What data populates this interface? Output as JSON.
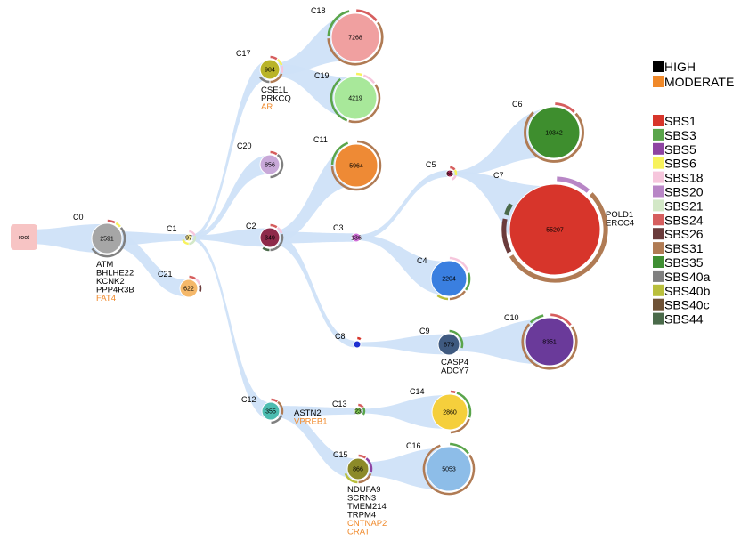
{
  "root": {
    "label": "root",
    "fill": "#f7c4c4"
  },
  "edge_color": "#cfe2f8",
  "impact_colors": {
    "HIGH": "#000000",
    "MODERATE": "#f0892a"
  },
  "impact_legend": [
    {
      "label": "HIGH",
      "color": "#000000"
    },
    {
      "label": "MODERATE",
      "color": "#f0892a"
    }
  ],
  "signature_legend": [
    {
      "label": "SBS1",
      "color": "#d7352b"
    },
    {
      "label": "SBS3",
      "color": "#5aa54b"
    },
    {
      "label": "SBS5",
      "color": "#8e44a2"
    },
    {
      "label": "SBS6",
      "color": "#f7f25c"
    },
    {
      "label": "SBS18",
      "color": "#f6c6dc"
    },
    {
      "label": "SBS20",
      "color": "#b886c6"
    },
    {
      "label": "SBS21",
      "color": "#d3e8c7"
    },
    {
      "label": "SBS24",
      "color": "#d65e5e"
    },
    {
      "label": "SBS26",
      "color": "#6a3b3b"
    },
    {
      "label": "SBS31",
      "color": "#b07b54"
    },
    {
      "label": "SBS35",
      "color": "#3f8f33"
    },
    {
      "label": "SBS40a",
      "color": "#808080"
    },
    {
      "label": "SBS40b",
      "color": "#b9bf3c"
    },
    {
      "label": "SBS40c",
      "color": "#6e5236"
    },
    {
      "label": "SBS44",
      "color": "#4a6a4a"
    }
  ],
  "nodes": [
    {
      "id": "C0",
      "label": "C0",
      "count": "2591",
      "fill": "#a6a6a6",
      "genes": [
        {
          "text": "ATM",
          "impact": "HIGH"
        },
        {
          "text": "BHLHE22",
          "impact": "HIGH"
        },
        {
          "text": "KCNK2",
          "impact": "HIGH"
        },
        {
          "text": "PPP4R3B",
          "impact": "HIGH"
        },
        {
          "text": "FAT4",
          "impact": "MODERATE"
        }
      ],
      "signatures": [
        {
          "sig": "SBS24",
          "frac": 0.08
        },
        {
          "sig": "SBS6",
          "frac": 0.06
        },
        {
          "sig": "SBS40a",
          "frac": 0.52
        }
      ]
    },
    {
      "id": "C1",
      "label": "C1",
      "count": "97",
      "fill": "#f0e08a",
      "genes": [],
      "signatures": [
        {
          "sig": "SBS18",
          "frac": 0.2
        },
        {
          "sig": "SBS21",
          "frac": 0.3
        },
        {
          "sig": "SBS6",
          "frac": 0.2
        }
      ]
    },
    {
      "id": "C2",
      "label": "C2",
      "count": "349",
      "fill": "#8e2a4a",
      "genes": [],
      "signatures": [
        {
          "sig": "SBS24",
          "frac": 0.1
        },
        {
          "sig": "SBS18",
          "frac": 0.1
        },
        {
          "sig": "SBS40a",
          "frac": 0.3
        },
        {
          "sig": "SBS44",
          "frac": 0.1
        }
      ]
    },
    {
      "id": "C3",
      "label": "C3",
      "count": "136",
      "fill": "#d070d8",
      "genes": [],
      "signatures": []
    },
    {
      "id": "C4",
      "label": "C4",
      "count": "2204",
      "fill": "#3a7fe0",
      "genes": [],
      "signatures": [
        {
          "sig": "SBS18",
          "frac": 0.2
        },
        {
          "sig": "SBS3",
          "frac": 0.15
        },
        {
          "sig": "SBS31",
          "frac": 0.15
        },
        {
          "sig": "SBS40b",
          "frac": 0.1
        }
      ]
    },
    {
      "id": "C5",
      "label": "C5",
      "count": "65",
      "fill": "#b02a5a",
      "genes": [],
      "signatures": [
        {
          "sig": "SBS24",
          "frac": 0.15
        },
        {
          "sig": "SBS6",
          "frac": 0.15
        },
        {
          "sig": "SBS18",
          "frac": 0.15
        }
      ]
    },
    {
      "id": "C6",
      "label": "C6",
      "count": "10342",
      "fill": "#3e8e2e",
      "genes": [],
      "signatures": [
        {
          "sig": "SBS24",
          "frac": 0.13
        },
        {
          "sig": "SBS31",
          "frac": 0.75
        }
      ]
    },
    {
      "id": "C7",
      "label": "C7",
      "count": "55207",
      "fill": "#d7352b",
      "genes": [
        {
          "text": "POLD1",
          "impact": "HIGH"
        },
        {
          "text": "ERCC4",
          "impact": "HIGH"
        }
      ],
      "signatures": [
        {
          "sig": "SBS20",
          "frac": 0.12
        },
        {
          "sig": "SBS31",
          "frac": 0.55
        },
        {
          "sig": "SBS26",
          "frac": 0.12
        },
        {
          "sig": "SBS44",
          "frac": 0.05
        }
      ]
    },
    {
      "id": "C8",
      "label": "C8",
      "count": "",
      "fill": "#1d2fd0",
      "genes": [],
      "signatures": [
        {
          "sig": "SBS1",
          "frac": 0.1
        }
      ]
    },
    {
      "id": "C9",
      "label": "C9",
      "count": "879",
      "fill": "#3f5a80",
      "genes": [
        {
          "text": "CASP4",
          "impact": "HIGH"
        },
        {
          "text": "ADCY7",
          "impact": "HIGH"
        }
      ],
      "signatures": [
        {
          "sig": "SBS3",
          "frac": 0.3
        }
      ]
    },
    {
      "id": "C10",
      "label": "C10",
      "count": "8351",
      "fill": "#6a3a9a",
      "genes": [],
      "signatures": [
        {
          "sig": "SBS24",
          "frac": 0.15
        },
        {
          "sig": "SBS31",
          "frac": 0.72
        },
        {
          "sig": "SBS3",
          "frac": 0.1
        }
      ]
    },
    {
      "id": "C11",
      "label": "C11",
      "count": "5964",
      "fill": "#ee8a35",
      "genes": [],
      "signatures": [
        {
          "sig": "SBS31",
          "frac": 0.75
        },
        {
          "sig": "SBS3",
          "frac": 0.2
        }
      ]
    },
    {
      "id": "C12",
      "label": "C12",
      "count": "355",
      "fill": "#4cbcb0",
      "genes": [
        {
          "text": "ASTN2",
          "impact": "HIGH"
        },
        {
          "text": "VPREB1",
          "impact": "MODERATE"
        }
      ],
      "signatures": [
        {
          "sig": "SBS24",
          "frac": 0.1
        },
        {
          "sig": "SBS31",
          "frac": 0.2
        },
        {
          "sig": "SBS40a",
          "frac": 0.2
        }
      ]
    },
    {
      "id": "C13",
      "label": "C13",
      "count": "23",
      "fill": "#7ac04e",
      "genes": [],
      "signatures": [
        {
          "sig": "SBS24",
          "frac": 0.15
        },
        {
          "sig": "SBS3",
          "frac": 0.2
        }
      ]
    },
    {
      "id": "C14",
      "label": "C14",
      "count": "2860",
      "fill": "#f5cf3c",
      "genes": [],
      "signatures": [
        {
          "sig": "SBS24",
          "frac": 0.05
        },
        {
          "sig": "SBS3",
          "frac": 0.25
        },
        {
          "sig": "SBS31",
          "frac": 0.2
        }
      ]
    },
    {
      "id": "C15",
      "label": "C15",
      "count": "866",
      "fill": "#8c8a28",
      "genes": [
        {
          "text": "NDUFA9",
          "impact": "HIGH"
        },
        {
          "text": "SCRN3",
          "impact": "HIGH"
        },
        {
          "text": "TMEM214",
          "impact": "HIGH"
        },
        {
          "text": "TRPM4",
          "impact": "HIGH"
        },
        {
          "text": "CNTNAP2",
          "impact": "MODERATE"
        },
        {
          "text": "CRAT",
          "impact": "MODERATE"
        }
      ],
      "signatures": [
        {
          "sig": "SBS24",
          "frac": 0.1
        },
        {
          "sig": "SBS5",
          "frac": 0.2
        },
        {
          "sig": "SBS31",
          "frac": 0.2
        },
        {
          "sig": "SBS40b",
          "frac": 0.2
        }
      ]
    },
    {
      "id": "C16",
      "label": "C16",
      "count": "5053",
      "fill": "#8dbde8",
      "genes": [],
      "signatures": [
        {
          "sig": "SBS3",
          "frac": 0.15
        },
        {
          "sig": "SBS31",
          "frac": 0.8
        }
      ]
    },
    {
      "id": "C17",
      "label": "C17",
      "count": "984",
      "fill": "#b9b428",
      "genes": [
        {
          "text": "CSE1L",
          "impact": "HIGH"
        },
        {
          "text": "PRKCQ",
          "impact": "HIGH"
        },
        {
          "text": "AR",
          "impact": "MODERATE"
        }
      ],
      "signatures": [
        {
          "sig": "SBS24",
          "frac": 0.1
        },
        {
          "sig": "SBS6",
          "frac": 0.1
        },
        {
          "sig": "SBS18",
          "frac": 0.1
        },
        {
          "sig": "SBS31",
          "frac": 0.2
        },
        {
          "sig": "SBS40a",
          "frac": 0.15
        }
      ]
    },
    {
      "id": "C18",
      "label": "C18",
      "count": "7268",
      "fill": "#f0a0a0",
      "genes": [],
      "signatures": [
        {
          "sig": "SBS24",
          "frac": 0.15
        },
        {
          "sig": "SBS31",
          "frac": 0.6
        },
        {
          "sig": "SBS3",
          "frac": 0.22
        }
      ]
    },
    {
      "id": "C19",
      "label": "C19",
      "count": "4219",
      "fill": "#a8e89a",
      "genes": [],
      "signatures": [
        {
          "sig": "SBS6",
          "frac": 0.05
        },
        {
          "sig": "SBS18",
          "frac": 0.1
        },
        {
          "sig": "SBS31",
          "frac": 0.4
        },
        {
          "sig": "SBS3",
          "frac": 0.35
        }
      ]
    },
    {
      "id": "C20",
      "label": "C20",
      "count": "856",
      "fill": "#c8a8d8",
      "genes": [],
      "signatures": [
        {
          "sig": "SBS24",
          "frac": 0.1
        },
        {
          "sig": "SBS40a",
          "frac": 0.4
        }
      ]
    },
    {
      "id": "C21",
      "label": "C21",
      "count": "622",
      "fill": "#f5b86a",
      "genes": [],
      "signatures": [
        {
          "sig": "SBS24",
          "frac": 0.1
        },
        {
          "sig": "SBS18",
          "frac": 0.1
        },
        {
          "sig": "SBS26",
          "frac": 0.1
        }
      ]
    }
  ],
  "edges": [
    [
      "root",
      "C0"
    ],
    [
      "C0",
      "C1"
    ],
    [
      "C0",
      "C21"
    ],
    [
      "C1",
      "C17"
    ],
    [
      "C1",
      "C20"
    ],
    [
      "C1",
      "C2"
    ],
    [
      "C1",
      "C12"
    ],
    [
      "C17",
      "C18"
    ],
    [
      "C17",
      "C19"
    ],
    [
      "C2",
      "C11"
    ],
    [
      "C2",
      "C3"
    ],
    [
      "C2",
      "C8"
    ],
    [
      "C3",
      "C5"
    ],
    [
      "C3",
      "C4"
    ],
    [
      "C5",
      "C6"
    ],
    [
      "C5",
      "C7"
    ],
    [
      "C8",
      "C9"
    ],
    [
      "C9",
      "C10"
    ],
    [
      "C12",
      "C13"
    ],
    [
      "C12",
      "C15"
    ],
    [
      "C13",
      "C14"
    ],
    [
      "C15",
      "C16"
    ]
  ]
}
